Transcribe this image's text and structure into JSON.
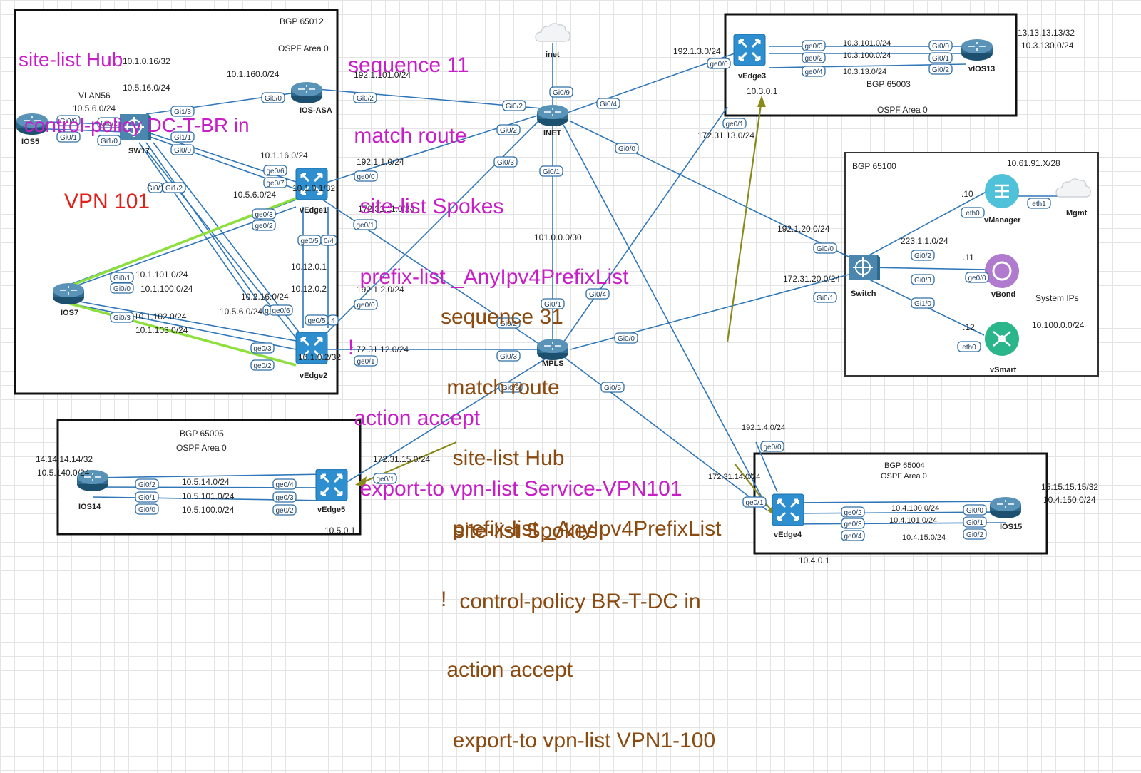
{
  "colors": {
    "annotation_policy": "#c81ec8",
    "annotation_policy2": "#8a4a10",
    "annotation_vpn": "#e0201a",
    "links": "#2f77b8",
    "router": "#2e6a8e",
    "vmanager": "#4fc1d8",
    "vbond": "#b07bcf",
    "vsmart": "#2bb58a"
  },
  "boxes": {
    "dc": {
      "bgp": "BGP 65012",
      "ospf": "OSPF Area 0"
    },
    "site3": {
      "bgp": "BGP 65003",
      "ospf": "OSPF Area 0"
    },
    "ctrl": {
      "bgp": "BGP 65100",
      "subnet": "10.61.91.X/28",
      "sys_title": "System IPs",
      "sys_value": "10.100.0.0/24"
    },
    "site5": {
      "bgp": "BGP 65005",
      "ospf": "OSPF Area 0"
    },
    "site4": {
      "bgp": "BGP 65004",
      "ospf": "OSPF Area 0"
    }
  },
  "devices": {
    "ios5": "IOS5",
    "sw17": "SW17",
    "iosasa": "IOS-ASA",
    "vedge1": "vEdge1",
    "vedge2": "vEdge2",
    "ios7": "IOS7",
    "inet": "INET",
    "inet_cloud": "inet",
    "mpls": "MPLS",
    "vedge3": "vEdge3",
    "vios13": "vIOS13",
    "switch": "Switch",
    "vmanager": "vManager",
    "vbond": "vBond",
    "vsmart": "vSmart",
    "mgmt": "Mgmt",
    "ios14": "IOS14",
    "vedge5": "vEdge5",
    "vedge4": "vEdge4",
    "ios15": "IOS15"
  },
  "icons": {
    "router": "router-icon",
    "vedge": "vedge-icon",
    "switch": "switch-icon",
    "cloud": "cloud-icon",
    "vmanager": "vmanager-icon",
    "vbond": "vbond-icon",
    "vsmart": "vsmart-icon"
  },
  "labels": {
    "l1": "10.1.0.16/32",
    "l2": "10.5.16.0/24",
    "l3": "10.1.160.0/24",
    "l4": "VLAN56",
    "l5": "10.5.6.0/24",
    "l6": "10.1.16.0/24",
    "l7": "10.1.0.1/32",
    "l8": "10.5.6.0/24",
    "l9": "10.12.0.1",
    "l10": "10.12.0.2",
    "l11": "10.1.101.0/24",
    "l12": "10.1.100.0/24",
    "l13": "10.2.16.0/24",
    "l14": "10.5.6.0/24",
    "l15": "10.1.102.0/24",
    "l16": "10.1.103.0/24",
    "l17": "10.1.0.2/32",
    "l18": "192.1.101.0/24",
    "l19": "192.1.1.0/24",
    "l20": "172.31.11.0/24",
    "l21": "192.1.2.0/24",
    "l22": "172.31.12.0/24",
    "l23": "101.0.0.0/30",
    "l24": "192.1.3.0/24",
    "l25": "172.31.13.0/24",
    "l26": "10.3.0.1",
    "l27": "10.3.101.0/24",
    "l28": "10.3.100.0/24",
    "l29": "10.3.13.0/24",
    "l30": "13.13.13.13/32",
    "l31": "10.3.130.0/24",
    "l32": "192.1.20.0/24",
    "l33": "172.31.20.0/24",
    "l34": "223.1.1.0/24",
    "l35": ".10",
    "l36": ".11",
    "l37": ".12",
    "l38": "14.14.14.14/32",
    "l39": "10.5.140.0/24",
    "l40": "10.5.14.0/24",
    "l41": "10.5.101.0/24",
    "l42": "10.5.100.0/24",
    "l43": "10.5.0.1",
    "l44": "172.31.15.0/24",
    "l45": "192.1.4.0/24",
    "l46": "172.31.14.0/24",
    "l47": "10.4.100.0/24",
    "l48": "10.4.101.0/24",
    "l49": "10.4.15.0/24",
    "l50": "15.15.15.15/32",
    "l51": "10.4.150.0/24",
    "l52": "10.4.0.1"
  },
  "ports": [
    "Gi0/0",
    "Gi0/2",
    "Gi0/1",
    "Gi1/0",
    "Gi1/3",
    "Gi1/1",
    "Gi0/0",
    "Gi0/0",
    "Gi0/2",
    "ge0/6",
    "ge0/7",
    "ge0/0",
    "Gi1/2",
    "Gi0/1",
    "ge0/3",
    "ge0/2",
    "ge0/1",
    "ge0/5",
    "0/4",
    "Gi0/1",
    "Gi0/0",
    "Gi0/3",
    "ge0/6",
    "ge0/5",
    "4",
    "ge0/3",
    "ge0/2",
    "ge0/1",
    "ge0/0",
    "g",
    "Gi0/9",
    "Gi0/2",
    "Gi0/4",
    "Gi0/2",
    "Gi0/3",
    "Gi0/1",
    "Gi0/0",
    "Gi0/1",
    "Gi0/4",
    "Gi0/2",
    "Gi0/3",
    "Gi0/0",
    "Gi0/6",
    "Gi0/5",
    "ge0/0",
    "ge0/3",
    "ge0/2",
    "ge0/4",
    "ge0/1",
    "Gi0/0",
    "Gi0/1",
    "Gi0/2",
    "Gi0/0",
    "Gi0/1",
    "Gi0/2",
    "Gi0/3",
    "Gi1/0",
    "eth0",
    "eth1",
    "ge0/0",
    "eth0",
    "Gi0/2",
    "Gi0/1",
    "Gi0/0",
    "ge0/4",
    "ge0/3",
    "ge0/2",
    "ge0/1",
    "ge0/0",
    "ge0/1",
    "ge0/2",
    "ge0/3",
    "ge0/4",
    "Gi0/0",
    "Gi0/1",
    "Gi0/2"
  ],
  "annotations": {
    "hub": [
      "site-list Hub",
      " control-policy DC-T-BR in"
    ],
    "seq11": [
      "sequence 11",
      " match route",
      "  site-list Spokes",
      "  prefix-list _AnyIpv4PrefixList",
      "!",
      " action accept",
      "  export-to vpn-list Service-VPN101"
    ],
    "vpn101": "VPN 101",
    "seq31": [
      "sequence 31",
      " match route",
      "  site-list Hub",
      "  prefix-list _AnyIpv4PrefixList",
      "!",
      " action accept",
      "  export-to vpn-list VPN1-100"
    ],
    "spokes": [
      "site-list Spokes",
      " control-policy BR-T-DC in"
    ]
  }
}
